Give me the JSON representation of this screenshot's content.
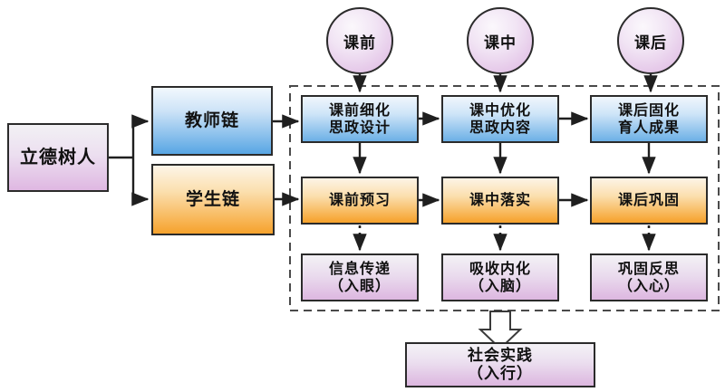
{
  "diagram": {
    "root": {
      "label": "立德树人"
    },
    "chains": [
      {
        "id": "teacher-chain",
        "label": "教师链"
      },
      {
        "id": "student-chain",
        "label": "学生链"
      }
    ],
    "phases": [
      {
        "id": "before-class",
        "label": "课前"
      },
      {
        "id": "during-class",
        "label": "课中"
      },
      {
        "id": "after-class",
        "label": "课后"
      }
    ],
    "teacher_row": [
      {
        "id": "teacher-before",
        "line1": "课前细化",
        "line2": "思政设计"
      },
      {
        "id": "teacher-during",
        "line1": "课中优化",
        "line2": "思政内容"
      },
      {
        "id": "teacher-after",
        "line1": "课后固化",
        "line2": "育人成果"
      }
    ],
    "student_row": [
      {
        "id": "student-before",
        "line1": "课前预习",
        "line2": ""
      },
      {
        "id": "student-during",
        "line1": "课中落实",
        "line2": ""
      },
      {
        "id": "student-after",
        "line1": "课后巩固",
        "line2": ""
      }
    ],
    "outcome_row": [
      {
        "id": "outcome-eye",
        "line1": "信息传递",
        "line2": "（入眼）"
      },
      {
        "id": "outcome-brain",
        "line1": "吸收内化",
        "line2": "（入脑）"
      },
      {
        "id": "outcome-heart",
        "line1": "巩固反思",
        "line2": "（入心）"
      }
    ],
    "practice": {
      "id": "social-practice",
      "line1": "社会实践",
      "line2": "（入行）"
    },
    "colors": {
      "blue_accent": "#6cb0e6",
      "orange_accent": "#f6a12a",
      "purple_accent": "#ddb5e1",
      "outline": "#2b2b2b",
      "dashed_border": "#4a4a4a",
      "connector": "#1f1f1f",
      "background": "#ffffff"
    }
  }
}
